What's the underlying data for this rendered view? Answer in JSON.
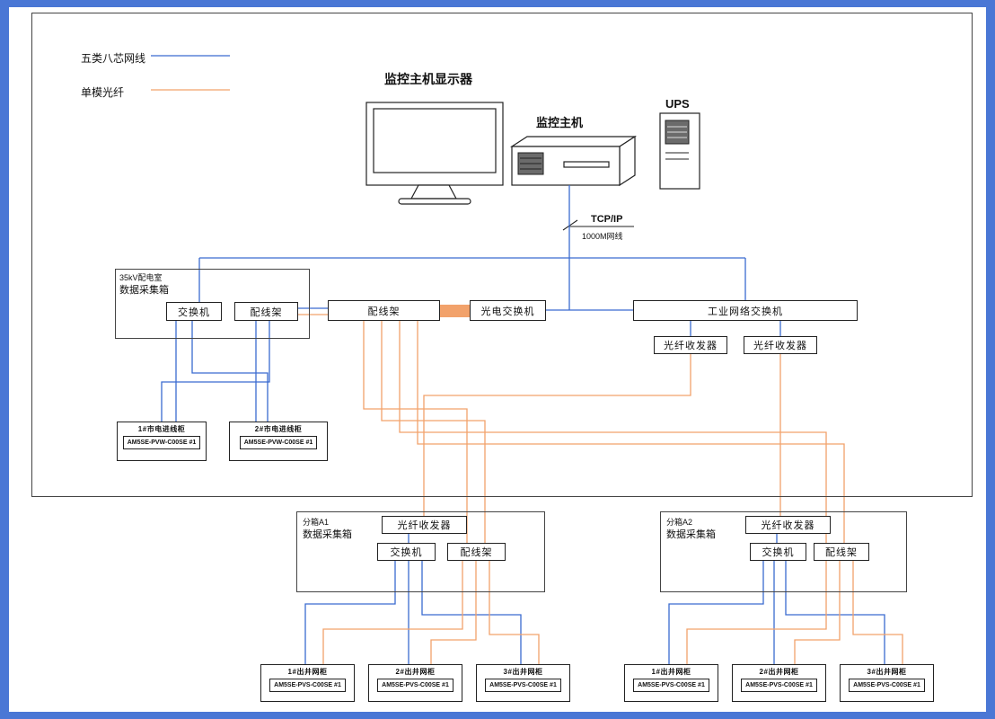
{
  "colors": {
    "frame": "#4a77d5",
    "canvas": "#ffffff",
    "cable": "#3a6bd0",
    "fiber": "#f2a26b",
    "ink": "#222222"
  },
  "legend": {
    "cat5_label": "五类八芯网线",
    "fiber_label": "单模光纤"
  },
  "top": {
    "monitor_title": "监控主机显示器",
    "host_title": "监控主机",
    "ups_title": "UPS",
    "tcpip_label": "TCP/IP",
    "cable_note": "1000M网线"
  },
  "room": {
    "box1": {
      "location": "35kV配电室",
      "name": "数据采集箱",
      "switch": "交换机",
      "patch": "配线架"
    },
    "mid_patch": "配线架",
    "optical_switch": "光电交换机",
    "industrial_switch": "工业网络交换机",
    "transceiver_a": "光纤收发器",
    "transceiver_b": "光纤收发器",
    "mains_cabinets": [
      {
        "title": "1#市电进线柜",
        "model": "AM5SE-PVW-C00SE #1"
      },
      {
        "title": "2#市电进线柜",
        "model": "AM5SE-PVW-C00SE #1"
      }
    ]
  },
  "subboxes": [
    {
      "location": "分箱A1",
      "name": "数据采集箱",
      "transceiver": "光纤收发器",
      "switch": "交换机",
      "patch": "配线架"
    },
    {
      "location": "分箱A2",
      "name": "数据采集箱",
      "transceiver": "光纤收发器",
      "switch": "交换机",
      "patch": "配线架"
    }
  ],
  "well_cabinets_left": [
    {
      "title": "1#出井网柜",
      "model": "AM5SE-PVS-C00SE #1"
    },
    {
      "title": "2#出井网柜",
      "model": "AM5SE-PVS-C00SE #1"
    },
    {
      "title": "3#出井网柜",
      "model": "AM5SE-PVS-C00SE #1"
    }
  ],
  "well_cabinets_right": [
    {
      "title": "1#出井网柜",
      "model": "AM5SE-PVS-C00SE #1"
    },
    {
      "title": "2#出井网柜",
      "model": "AM5SE-PVS-C00SE #1"
    },
    {
      "title": "3#出井网柜",
      "model": "AM5SE-PVS-C00SE #1"
    }
  ]
}
